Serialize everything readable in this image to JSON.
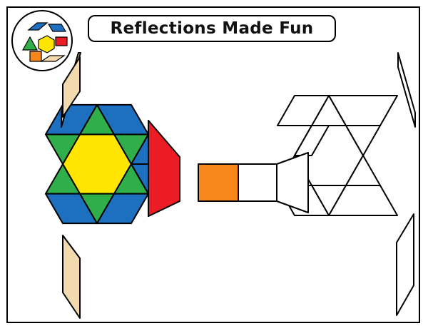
{
  "title": "Reflections Made Fun",
  "logo": {
    "icon": "pattern-blocks-logo-icon"
  },
  "colors": {
    "yellow": "#FFE500",
    "blue": "#1D6FC0",
    "green": "#2FAE4A",
    "red": "#EC1C24",
    "orange": "#F7861B",
    "tan": "#F2D9AE",
    "outline": "#000000",
    "blank": "#FFFFFF"
  },
  "pieces": {
    "hexagon": "yellow",
    "rhombus_blue": "blue",
    "triangle": "green",
    "trapezoid": "red",
    "square": "orange",
    "thin_rhombus": "tan"
  }
}
